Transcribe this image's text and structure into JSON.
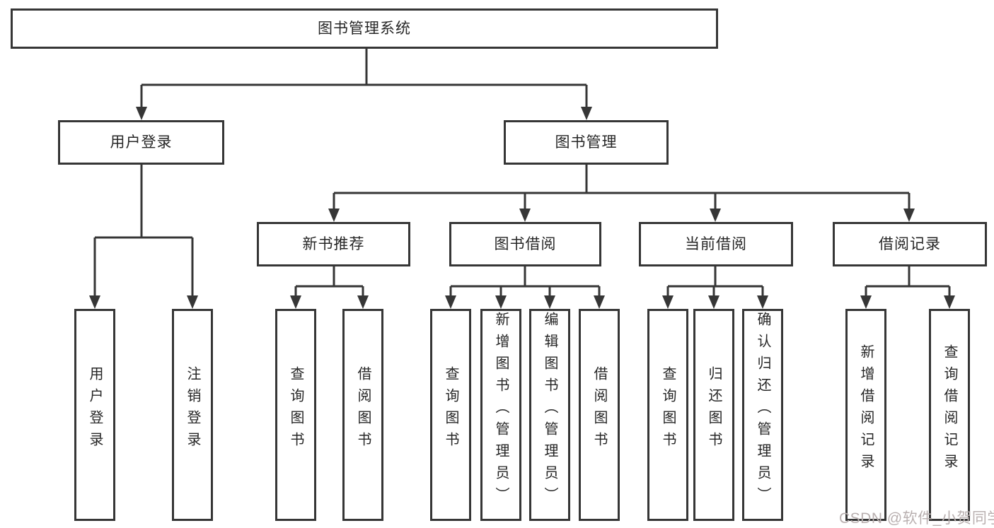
{
  "tree": {
    "root": {
      "label": "图书管理系统"
    },
    "level2": [
      {
        "label": "用户登录"
      },
      {
        "label": "图书管理"
      }
    ],
    "level3": [
      {
        "label": "新书推荐"
      },
      {
        "label": "图书借阅"
      },
      {
        "label": "当前借阅"
      },
      {
        "label": "借阅记录"
      }
    ],
    "children": {
      "user": [
        {
          "label": "用户登录"
        },
        {
          "label": "注销登录"
        }
      ],
      "new_book": [
        {
          "label": "查询图书"
        },
        {
          "label": "借阅图书"
        }
      ],
      "borrow": [
        {
          "label": "查询图书"
        },
        {
          "label": "新增图书（管理员）"
        },
        {
          "label": "编辑图书（管理员）"
        },
        {
          "label": "借阅图书"
        }
      ],
      "current": [
        {
          "label": "查询图书"
        },
        {
          "label": "归还图书"
        },
        {
          "label": "确认归还（管理员）"
        }
      ],
      "records": [
        {
          "label": "新增借阅记录"
        },
        {
          "label": "查询借阅记录"
        }
      ]
    }
  },
  "watermark": {
    "text": "CSDN @软件_小贺同学",
    "color": "#b9b0b0"
  },
  "colors": {
    "line": "#363636",
    "text": "#262626",
    "background": "#ffffff"
  }
}
